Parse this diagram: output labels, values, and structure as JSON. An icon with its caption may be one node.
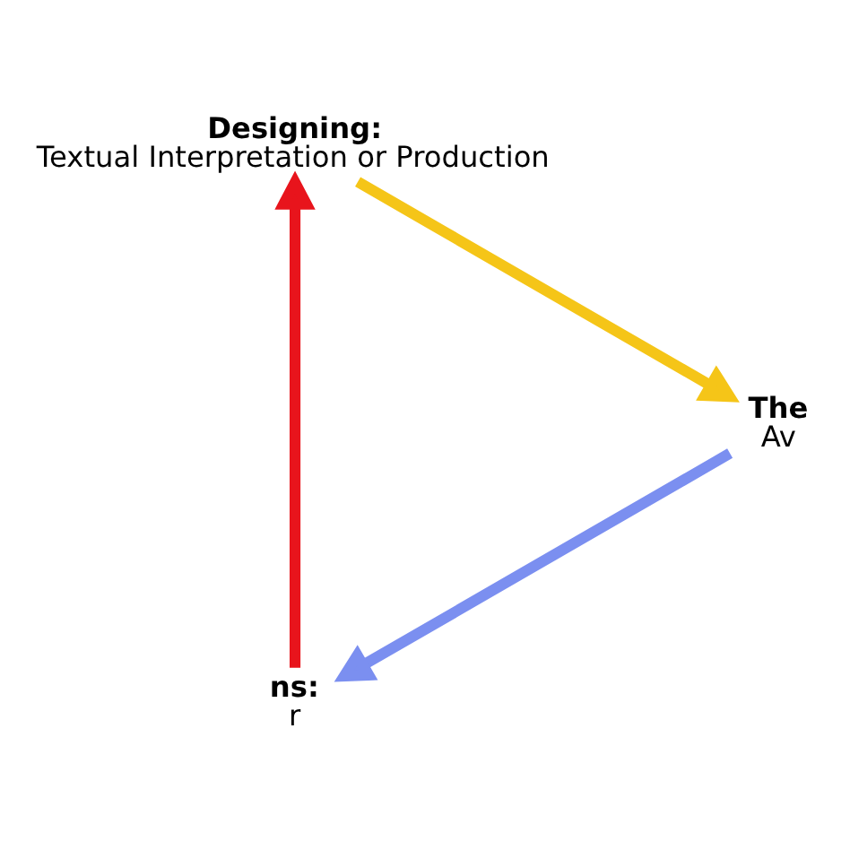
{
  "diagram": {
    "nodes": [
      {
        "text": [
          "ns:",
          "r"
        ]
      },
      {
        "text": [
          "The",
          "Av"
        ]
      },
      {
        "text": [
          "Designing:",
          "Textual Interpretation or Production"
        ]
      }
    ],
    "edges": [
      {
        "from": 1,
        "to": 0,
        "arrow": "to",
        "color": "#7b8ff0"
      },
      {
        "from": 0,
        "to": 2,
        "arrow": "to",
        "color": "#e8141c"
      },
      {
        "from": 2,
        "to": 1,
        "arrow": "to",
        "color": "#f5c518"
      }
    ]
  }
}
